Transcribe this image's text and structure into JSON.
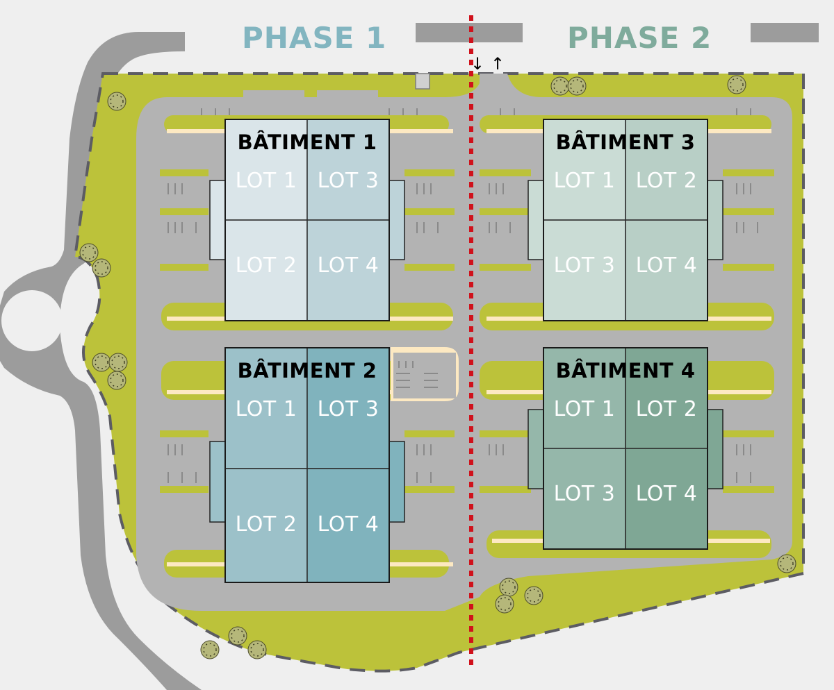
{
  "map": {
    "title": "Site plan",
    "phases": [
      {
        "label": "PHASE 1",
        "color": "#82b5c0"
      },
      {
        "label": "PHASE 2",
        "color": "#7fab9c"
      }
    ],
    "divider": {
      "description": "phase boundary",
      "color": "#d0111b"
    },
    "access_arrows": [
      {
        "direction": "in",
        "glyph": "↓"
      },
      {
        "direction": "out",
        "glyph": "↑"
      }
    ],
    "buildings": [
      {
        "title": "BÂTIMENT 1",
        "phase": "PHASE 1",
        "lots": [
          "LOT 1",
          "LOT 3",
          "LOT 2",
          "LOT 4"
        ],
        "colors": {
          "left": "#dae5e9",
          "right": "#bdd3d9"
        }
      },
      {
        "title": "BÂTIMENT 2",
        "phase": "PHASE 1",
        "lots": [
          "LOT 1",
          "LOT 3",
          "LOT 2",
          "LOT 4"
        ],
        "colors": {
          "left": "#9cc1c9",
          "right": "#80b3bd"
        }
      },
      {
        "title": "BÂTIMENT 3",
        "phase": "PHASE 2",
        "lots": [
          "LOT 1",
          "LOT 2",
          "LOT 3",
          "LOT 4"
        ],
        "colors": {
          "left": "#cadcd5",
          "right": "#b8cfc6"
        }
      },
      {
        "title": "BÂTIMENT 4",
        "phase": "PHASE 2",
        "lots": [
          "LOT 1",
          "LOT 2",
          "LOT 3",
          "LOT 4"
        ],
        "colors": {
          "left": "#95b7aa",
          "right": "#7fa795"
        }
      }
    ],
    "legend_colors": {
      "grass": "#bcc23a",
      "asphalt": "#b3b3b3",
      "road": "#9c9c9c",
      "sidewalk": "#fde9c2",
      "boundary": "#5c5c63",
      "tree": "#b5b77a"
    }
  }
}
